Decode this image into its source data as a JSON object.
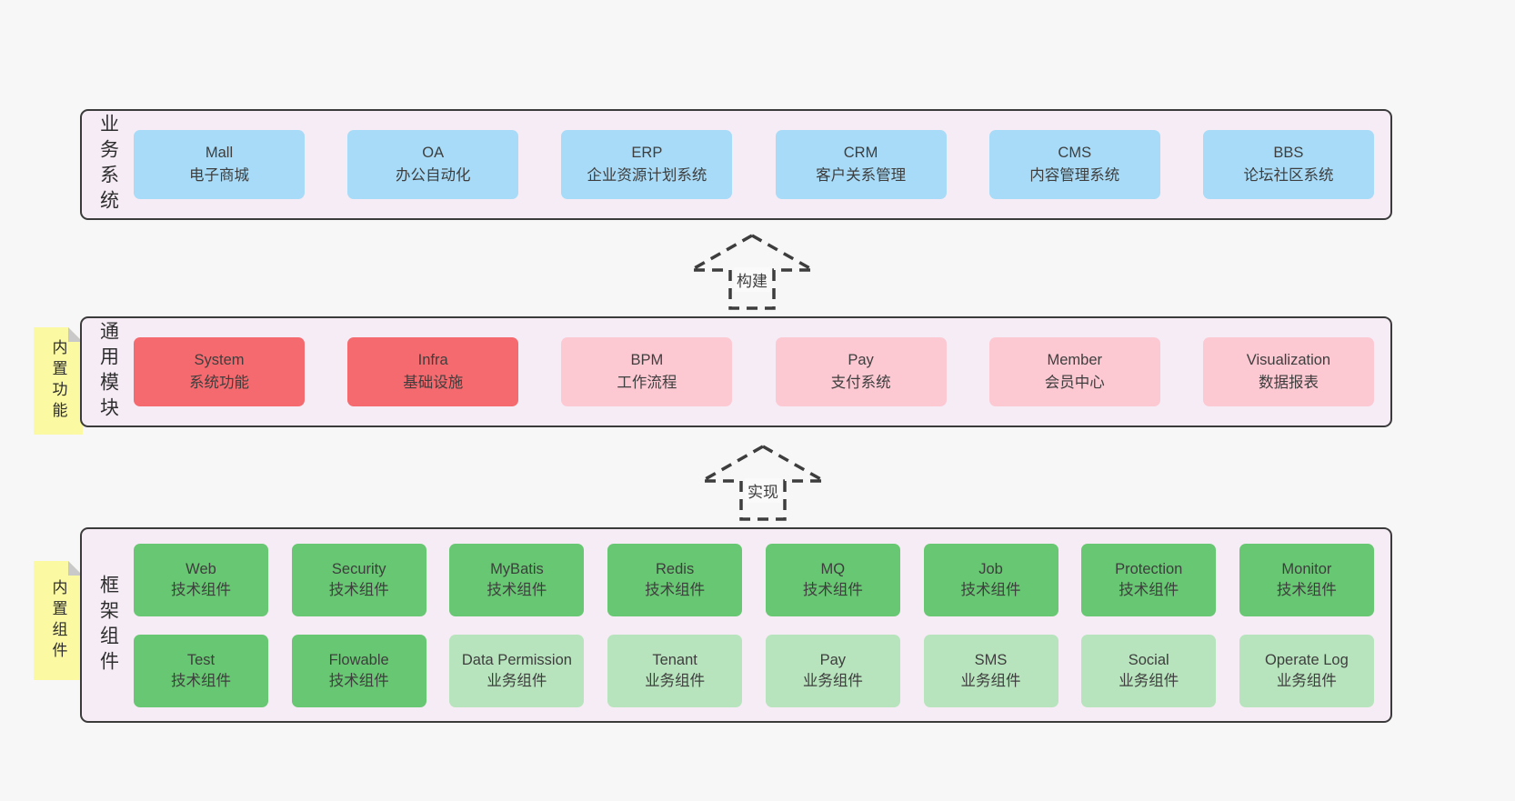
{
  "palette": {
    "page-bg": "#f7f7f7",
    "panel-bg": "#f6ecf5",
    "panel-border": "#3b3b3b",
    "blue": "#a8dbf7",
    "red": "#f56a6e",
    "pink": "#fcc9d3",
    "green": "#68c772",
    "green-light": "#b8e4bd",
    "yellow": "#fbf9a1",
    "fold": "#c9c9c9",
    "text": "#3e3e3e",
    "label-text": "#2e2e2e",
    "arrow": "#3d3d3d",
    "arrow-label-bg": "#fafafa"
  },
  "arrows": {
    "build": {
      "label": "构建"
    },
    "implement": {
      "label": "实现"
    }
  },
  "sections": {
    "business": {
      "side_label": "业务系统",
      "boxes": [
        {
          "name": "Mall",
          "desc": "电子商城"
        },
        {
          "name": "OA",
          "desc": "办公自动化"
        },
        {
          "name": "ERP",
          "desc": "企业资源计划系统"
        },
        {
          "name": "CRM",
          "desc": "客户关系管理"
        },
        {
          "name": "CMS",
          "desc": "内容管理系统"
        },
        {
          "name": "BBS",
          "desc": "论坛社区系统"
        }
      ]
    },
    "modules": {
      "side_label": "通用模块",
      "sticky_label": "内置功能",
      "boxes": [
        {
          "name": "System",
          "desc": "系统功能"
        },
        {
          "name": "Infra",
          "desc": "基础设施"
        },
        {
          "name": "BPM",
          "desc": "工作流程"
        },
        {
          "name": "Pay",
          "desc": "支付系统"
        },
        {
          "name": "Member",
          "desc": "会员中心"
        },
        {
          "name": "Visualization",
          "desc": "数据报表"
        }
      ]
    },
    "framework": {
      "side_label": "框架组件",
      "sticky_label": "内置组件",
      "row1": [
        {
          "name": "Web",
          "desc": "技术组件"
        },
        {
          "name": "Security",
          "desc": "技术组件"
        },
        {
          "name": "MyBatis",
          "desc": "技术组件"
        },
        {
          "name": "Redis",
          "desc": "技术组件"
        },
        {
          "name": "MQ",
          "desc": "技术组件"
        },
        {
          "name": "Job",
          "desc": "技术组件"
        },
        {
          "name": "Protection",
          "desc": "技术组件"
        },
        {
          "name": "Monitor",
          "desc": "技术组件"
        }
      ],
      "row2": [
        {
          "name": "Test",
          "desc": "技术组件"
        },
        {
          "name": "Flowable",
          "desc": "技术组件"
        },
        {
          "name": "Data Permission",
          "desc": "业务组件"
        },
        {
          "name": "Tenant",
          "desc": "业务组件"
        },
        {
          "name": "Pay",
          "desc": "业务组件"
        },
        {
          "name": "SMS",
          "desc": "业务组件"
        },
        {
          "name": "Social",
          "desc": "业务组件"
        },
        {
          "name": "Operate Log",
          "desc": "业务组件"
        }
      ]
    }
  }
}
